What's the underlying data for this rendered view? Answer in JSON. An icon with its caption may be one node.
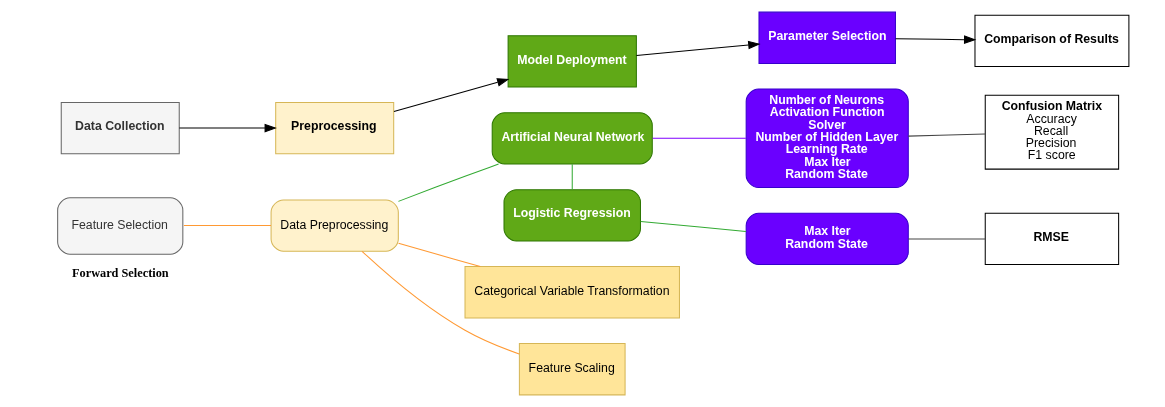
{
  "diagram": {
    "nodes": [
      {
        "text": [
          "Data Collection"
        ]
      },
      {
        "text": [
          "Preprocessing"
        ]
      },
      {
        "text": [
          "Model Deployment"
        ]
      },
      {
        "text": [
          "Parameter Selection"
        ]
      },
      {
        "text": [
          "Comparison of Results"
        ]
      },
      {
        "text": [
          "Feature Selection"
        ],
        "beside": [
          "Forward Selection"
        ]
      },
      {
        "text": [
          "Data Preprocessing"
        ]
      },
      {
        "text": [
          "Artificial Neural Network"
        ]
      },
      {
        "text": [
          "Number of Neurons",
          "Activation Function",
          "Solver",
          "Number of Hidden Layer",
          "Learning Rate",
          "Max Iter",
          "Random State"
        ]
      },
      {
        "text": [
          "Categorical Variable Transformation"
        ]
      },
      {
        "text": [
          "Feature Scaling"
        ]
      },
      {
        "text": [
          "Logistic Regression"
        ]
      },
      {
        "text": [
          "Max Iter",
          "Random State"
        ]
      },
      {
        "text": [
          "Confusion Matrix",
          "Accuracy",
          "Recall",
          "Precision",
          "F1 score"
        ]
      },
      {
        "text": [
          "RMSE"
        ]
      }
    ],
    "edges": [
      {
        "from": 0,
        "to": 1,
        "arrow": "to"
      },
      {
        "from": 1,
        "to": 2,
        "arrow": "to"
      },
      {
        "from": 2,
        "to": 3,
        "arrow": "to"
      },
      {
        "from": 3,
        "to": 4,
        "arrow": "to"
      },
      {
        "from": 5,
        "to": 6,
        "arrow": "none",
        "color": "#ff9933"
      },
      {
        "from": 6,
        "to": 7,
        "arrow": "none",
        "color": "#33aa33"
      },
      {
        "from": 6,
        "to": 9,
        "arrow": "none",
        "color": "#ff9933"
      },
      {
        "from": 6,
        "to": 10,
        "arrow": "none",
        "color": "#ff9933"
      },
      {
        "from": 7,
        "to": 8,
        "arrow": "none",
        "color": "#7f00ff"
      },
      {
        "from": 8,
        "to": 13,
        "arrow": "none",
        "color": "#444444"
      },
      {
        "from": 7,
        "to": 11,
        "arrow": "none",
        "color": "#33aa33"
      },
      {
        "from": 11,
        "to": 12,
        "arrow": "none",
        "color": "#33aa33"
      },
      {
        "from": 12,
        "to": 14,
        "arrow": "none",
        "color": "#444444"
      }
    ]
  }
}
